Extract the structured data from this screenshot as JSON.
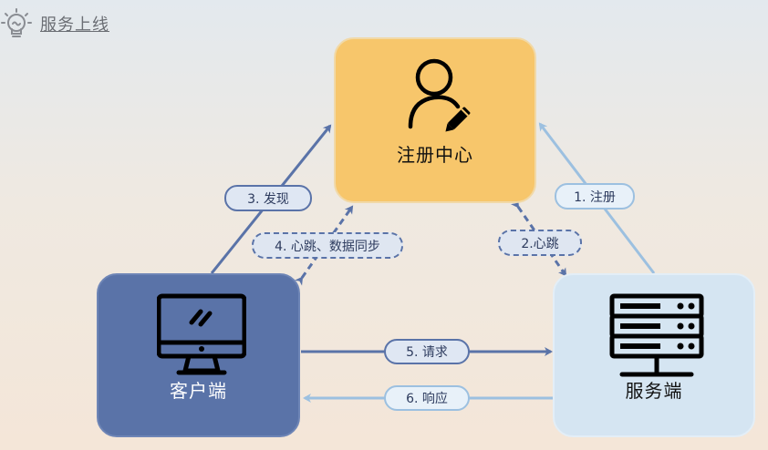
{
  "header": {
    "title": "服务上线"
  },
  "nodes": {
    "registry": {
      "label": "注册中心",
      "icon": "user-edit-icon"
    },
    "client": {
      "label": "客户端",
      "icon": "monitor-icon"
    },
    "server": {
      "label": "服务端",
      "icon": "server-icon"
    }
  },
  "edges": {
    "register": "1. 注册",
    "heartbeat": "2.心跳",
    "discover": "3. 发现",
    "heartbeat_sync": "4. 心跳、数据同步",
    "request": "5. 请求",
    "response": "6. 响应"
  },
  "colors": {
    "registry": "#f7c66b",
    "client": "#5a73a8",
    "server": "#d5e5f2",
    "arrow_dark": "#5a73a8",
    "arrow_light": "#9cc0e0"
  }
}
